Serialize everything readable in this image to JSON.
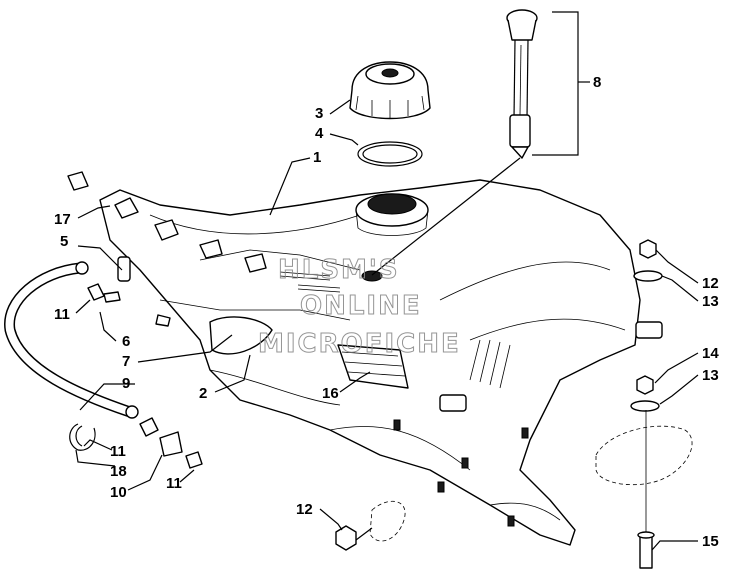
{
  "diagram": {
    "callouts": [
      {
        "id": "1",
        "label": "1"
      },
      {
        "id": "2",
        "label": "2"
      },
      {
        "id": "3",
        "label": "3"
      },
      {
        "id": "4",
        "label": "4"
      },
      {
        "id": "5",
        "label": "5"
      },
      {
        "id": "6",
        "label": "6"
      },
      {
        "id": "7",
        "label": "7"
      },
      {
        "id": "8",
        "label": "8"
      },
      {
        "id": "9",
        "label": "9"
      },
      {
        "id": "10",
        "label": "10"
      },
      {
        "id": "11a",
        "label": "11"
      },
      {
        "id": "11b",
        "label": "11"
      },
      {
        "id": "11c",
        "label": "11"
      },
      {
        "id": "12a",
        "label": "12"
      },
      {
        "id": "12b",
        "label": "12"
      },
      {
        "id": "13a",
        "label": "13"
      },
      {
        "id": "13b",
        "label": "13"
      },
      {
        "id": "14",
        "label": "14"
      },
      {
        "id": "15",
        "label": "15"
      },
      {
        "id": "16",
        "label": "16"
      },
      {
        "id": "17",
        "label": "17"
      },
      {
        "id": "18",
        "label": "18"
      }
    ],
    "watermark": [
      "HLSM'S",
      "ONLINE",
      "MICROFICHE"
    ]
  },
  "colors": {
    "line": "#000000",
    "background": "#ffffff",
    "watermark": "#8a8a8a"
  }
}
